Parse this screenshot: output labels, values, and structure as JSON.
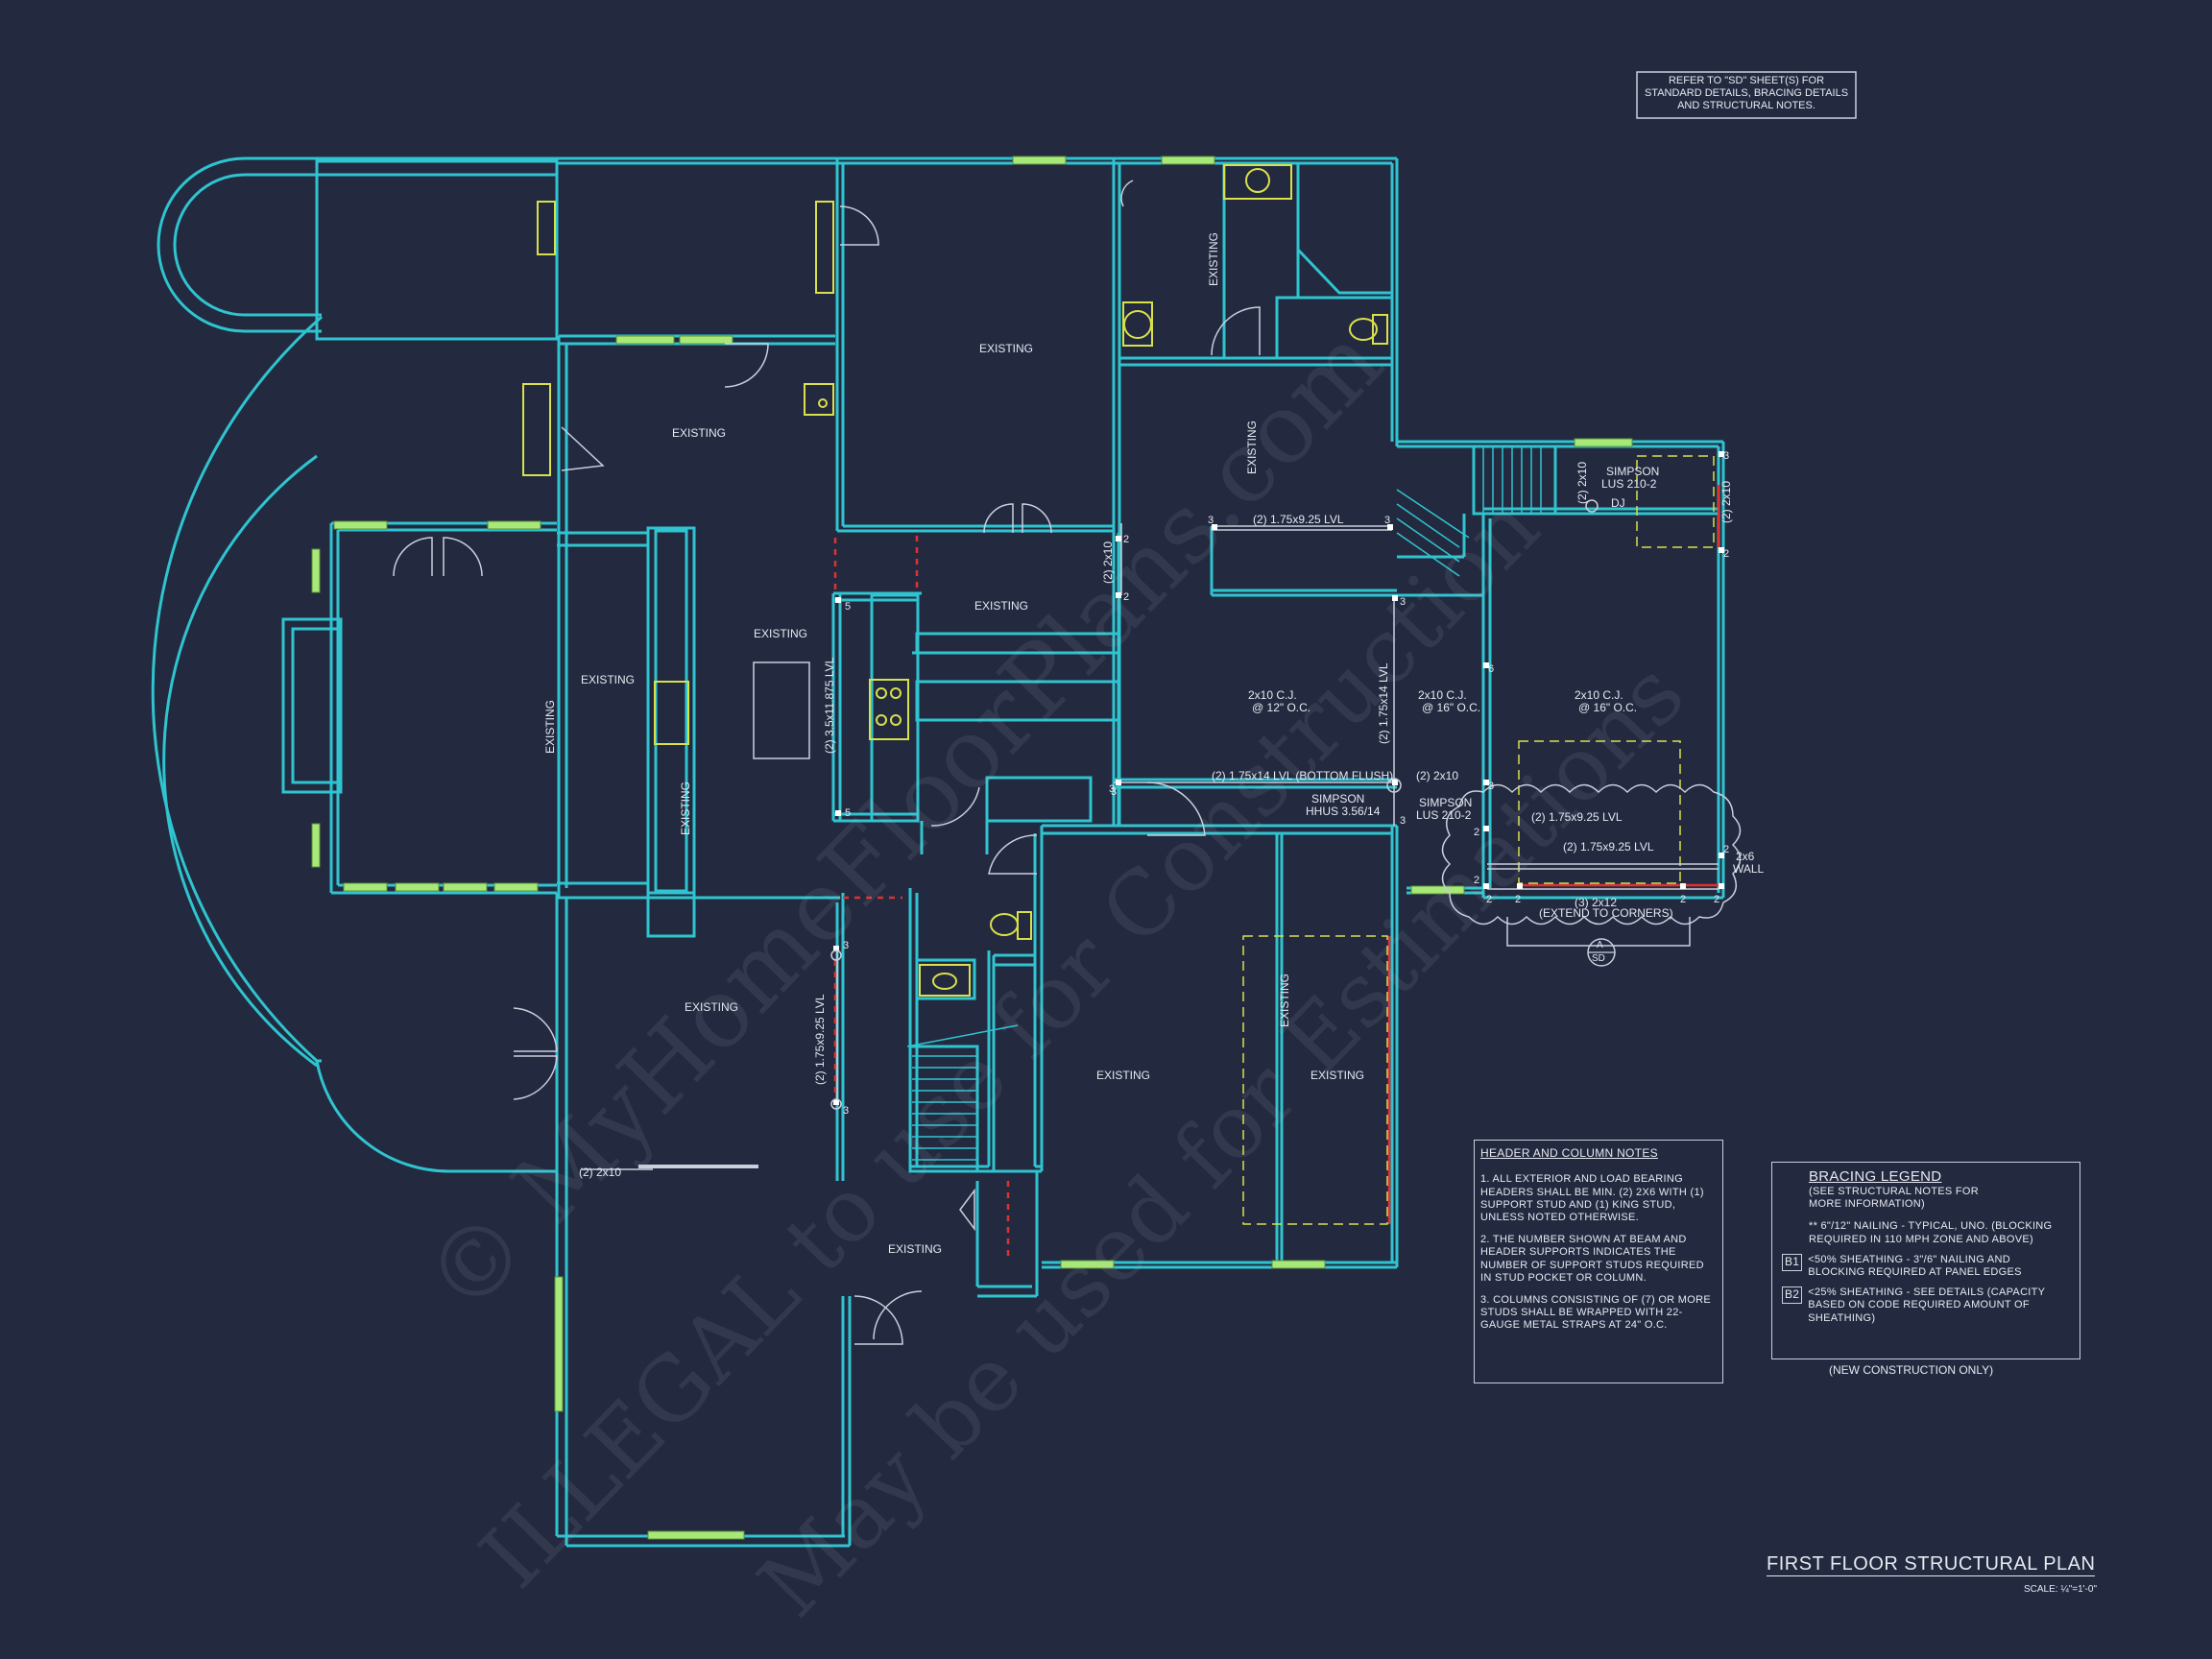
{
  "colors": {
    "background": "#232a40",
    "wall": "#2fc4cf",
    "window": "#a8e878",
    "fixture": "#d8e04a",
    "note": "#e6e9f0",
    "red": "#e23030",
    "dashed": "#d8e04a"
  },
  "watermark": {
    "line1": "© MyHomeFloorPlans.com",
    "line2": "ILLEGAL to use for Construction",
    "line3": "May be used for Estimations"
  },
  "top_note": "REFER TO \"SD\" SHEET(S) FOR STANDARD DETAILS, BRACING DETAILS AND STRUCTURAL NOTES.",
  "room_labels": [
    "EXISTING",
    "EXISTING",
    "EXISTING",
    "EXISTING",
    "EXISTING",
    "EXISTING",
    "EXISTING",
    "EXISTING",
    "EXISTING",
    "EXISTING",
    "EXISTING",
    "EXISTING",
    "EXISTING",
    "EXISTING"
  ],
  "beam_labels": {
    "lvl_top": "(2) 1.75x9.25 LVL",
    "lvl_bottom_flush": "(2) 1.75x14 LVL (BOTTOM FLUSH)",
    "lvl_vert_mid": "(2) 1.75x14 LVL",
    "lvl_vert_left": "(2) 3.5x11.875 LVL",
    "lvl_vert_lower": "(2) 1.75x9.25 LVL",
    "lvl_new": "(2) 1.75x9.25 LVL",
    "lvl_new2": "(2) 1.75x9.25 LVL",
    "twox10_a": "(2) 2x10",
    "twox10_b": "(2) 2x10",
    "twox10_c": "(2) 2x10",
    "twox10_d": "(2) 2x10",
    "twox10_e": "(2) 2x10",
    "twox12": "(3) 2x12",
    "extend": "(EXTEND TO CORNERS)",
    "simpson1": "SIMPSON",
    "simpson1b": "LUS 210-2",
    "dj": "DJ",
    "simpson2": "SIMPSON",
    "simpson2b": "HHUS 3.56/14",
    "simpson3": "SIMPSON",
    "simpson3b": "LUS 210-2",
    "wall": "2x6",
    "wall_b": "WALL",
    "sd_a": "A",
    "sd_b": "SD"
  },
  "joist_labels": [
    {
      "a": "2x10 C.J.",
      "b": "@ 12\" O.C."
    },
    {
      "a": "2x10 C.J.",
      "b": "@ 16\" O.C."
    },
    {
      "a": "2x10 C.J.",
      "b": "@ 16\" O.C."
    }
  ],
  "stud_numbers": [
    "3",
    "3",
    "2",
    "2",
    "5",
    "5",
    "3",
    "3",
    "3",
    "6",
    "3",
    "2",
    "2",
    "2",
    "2",
    "2",
    "2",
    "2",
    "3",
    "2",
    "3",
    "3",
    "3"
  ],
  "header_notes": {
    "title": "HEADER AND COLUMN NOTES",
    "n1": "1. ALL EXTERIOR AND LOAD BEARING HEADERS SHALL BE MIN. (2) 2x6 WITH (1) SUPPORT STUD AND (1) KING STUD, UNLESS NOTED OTHERWISE.",
    "n2": "2. THE NUMBER SHOWN AT BEAM AND HEADER SUPPORTS INDICATES THE NUMBER OF SUPPORT STUDS REQUIRED IN STUD POCKET OR COLUMN.",
    "n3": "3. COLUMNS CONSISTING OF (7) OR MORE STUDS SHALL BE WRAPPED WITH 22-GAUGE METAL STRAPS AT 24\" O.C."
  },
  "bracing_legend": {
    "title": "BRACING LEGEND",
    "sub": "(SEE STRUCTURAL NOTES FOR MORE INFORMATION)",
    "l0": "** 6\"/12\" NAILING - TYPICAL, UNO. (BLOCKING REQUIRED IN 110 MPH ZONE AND ABOVE)",
    "b1_tag": "B1",
    "b1": "<50% SHEATHING - 3\"/6\" NAILING AND BLOCKING REQUIRED AT PANEL EDGES",
    "b2_tag": "B2",
    "b2": "<25% SHEATHING - SEE DETAILS (CAPACITY BASED ON CODE REQUIRED AMOUNT OF SHEATHING)",
    "footer": "(NEW CONSTRUCTION ONLY)"
  },
  "title_block": {
    "title": "FIRST FLOOR STRUCTURAL PLAN",
    "scale": "SCALE: ¼\"=1'-0\""
  }
}
